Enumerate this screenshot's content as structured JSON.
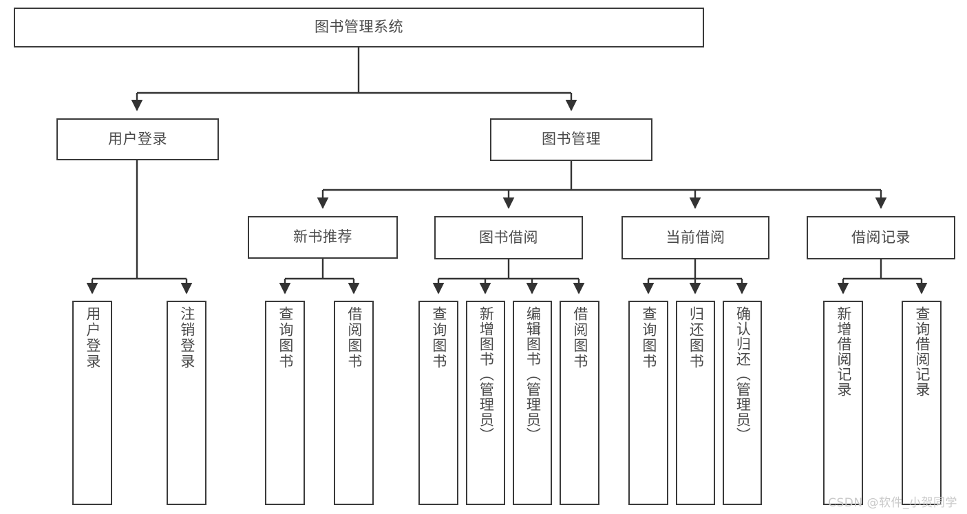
{
  "diagram": {
    "type": "tree-hierarchy",
    "title": "图书管理系统",
    "watermark": "CSDN @软件_小贺同学",
    "colors": {
      "background": "#ffffff",
      "box_border": "#3a3a3a",
      "box_fill": "#ffffff",
      "text": "#4a4a4a",
      "connector": "#333333",
      "watermark": "#c9c9c9"
    },
    "levels": {
      "root": {
        "label": "图书管理系统"
      },
      "level2": [
        {
          "label": "用户登录"
        },
        {
          "label": "图书管理"
        }
      ],
      "level3": [
        {
          "label": "新书推荐"
        },
        {
          "label": "图书借阅"
        },
        {
          "label": "当前借阅"
        },
        {
          "label": "借阅记录"
        }
      ],
      "leaves_user_login": [
        {
          "label": "用户登录"
        },
        {
          "label": "注销登录"
        }
      ],
      "leaves_new_books": [
        {
          "label": "查询图书"
        },
        {
          "label": "借阅图书"
        }
      ],
      "leaves_borrow": [
        {
          "label": "查询图书"
        },
        {
          "label": "新增图书（管理员）"
        },
        {
          "label": "编辑图书（管理员）"
        },
        {
          "label": "借阅图书"
        }
      ],
      "leaves_current": [
        {
          "label": "查询图书"
        },
        {
          "label": "归还图书"
        },
        {
          "label": "确认归还（管理员）"
        }
      ],
      "leaves_records": [
        {
          "label": "新增借阅记录"
        },
        {
          "label": "查询借阅记录"
        }
      ]
    }
  }
}
